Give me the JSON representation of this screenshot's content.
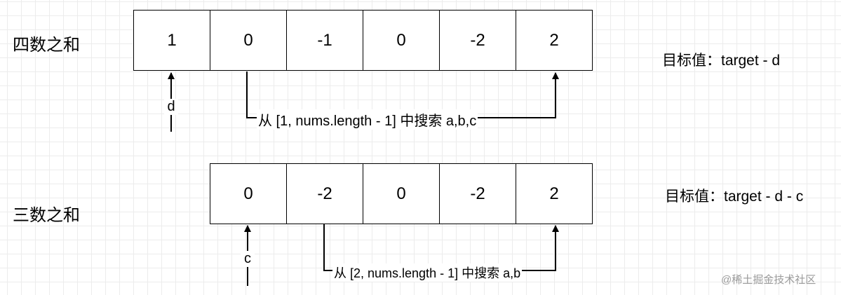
{
  "four_sum": {
    "title": "四数之和",
    "values": [
      "1",
      "0",
      "-1",
      "0",
      "-2",
      "2"
    ],
    "target_label": "目标值：target - d",
    "pointer_label": "d",
    "search_label": "从 [1, nums.length - 1] 中搜索 a,b,c"
  },
  "three_sum": {
    "title": "三数之和",
    "values": [
      "0",
      "-2",
      "0",
      "-2",
      "2"
    ],
    "target_label": "目标值：target - d - c",
    "pointer_label": "c",
    "search_label": "从 [2, nums.length - 1] 中搜索 a,b"
  },
  "watermark": "@稀土掘金技术社区",
  "colors": {
    "grid": "#ececec",
    "stroke": "#000000",
    "watermark": "#9a9a9a"
  }
}
